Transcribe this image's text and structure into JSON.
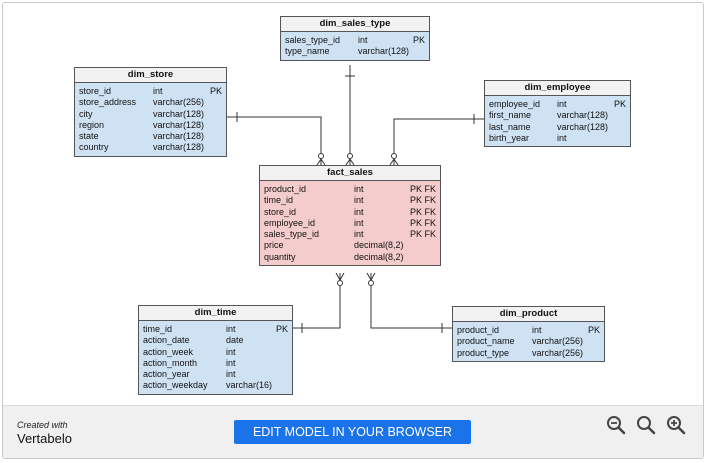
{
  "diagram": {
    "tables": [
      {
        "id": "dim_sales_type",
        "name": "dim_sales_type",
        "columns": [
          {
            "name": "sales_type_id",
            "type": "int",
            "key": "PK"
          },
          {
            "name": "type_name",
            "type": "varchar(128)",
            "key": ""
          }
        ]
      },
      {
        "id": "dim_store",
        "name": "dim_store",
        "columns": [
          {
            "name": "store_id",
            "type": "int",
            "key": "PK"
          },
          {
            "name": "store_address",
            "type": "varchar(256)",
            "key": ""
          },
          {
            "name": "city",
            "type": "varchar(128)",
            "key": ""
          },
          {
            "name": "region",
            "type": "varchar(128)",
            "key": ""
          },
          {
            "name": "state",
            "type": "varchar(128)",
            "key": ""
          },
          {
            "name": "country",
            "type": "varchar(128)",
            "key": ""
          }
        ]
      },
      {
        "id": "dim_employee",
        "name": "dim_employee",
        "columns": [
          {
            "name": "employee_id",
            "type": "int",
            "key": "PK"
          },
          {
            "name": "first_name",
            "type": "varchar(128)",
            "key": ""
          },
          {
            "name": "last_name",
            "type": "varchar(128)",
            "key": ""
          },
          {
            "name": "birth_year",
            "type": "int",
            "key": ""
          }
        ]
      },
      {
        "id": "fact_sales",
        "name": "fact_sales",
        "columns": [
          {
            "name": "product_id",
            "type": "int",
            "key": "PK FK"
          },
          {
            "name": "time_id",
            "type": "int",
            "key": "PK FK"
          },
          {
            "name": "store_id",
            "type": "int",
            "key": "PK FK"
          },
          {
            "name": "employee_id",
            "type": "int",
            "key": "PK FK"
          },
          {
            "name": "sales_type_id",
            "type": "int",
            "key": "PK FK"
          },
          {
            "name": "price",
            "type": "decimal(8,2)",
            "key": ""
          },
          {
            "name": "quantity",
            "type": "decimal(8,2)",
            "key": ""
          }
        ]
      },
      {
        "id": "dim_time",
        "name": "dim_time",
        "columns": [
          {
            "name": "time_id",
            "type": "int",
            "key": "PK"
          },
          {
            "name": "action_date",
            "type": "date",
            "key": ""
          },
          {
            "name": "action_week",
            "type": "int",
            "key": ""
          },
          {
            "name": "action_month",
            "type": "int",
            "key": ""
          },
          {
            "name": "action_year",
            "type": "int",
            "key": ""
          },
          {
            "name": "action_weekday",
            "type": "varchar(16)",
            "key": ""
          }
        ]
      },
      {
        "id": "dim_product",
        "name": "dim_product",
        "columns": [
          {
            "name": "product_id",
            "type": "int",
            "key": "PK"
          },
          {
            "name": "product_name",
            "type": "varchar(256)",
            "key": ""
          },
          {
            "name": "product_type",
            "type": "varchar(256)",
            "key": ""
          }
        ]
      }
    ],
    "relationships": [
      {
        "from": "dim_sales_type",
        "to": "fact_sales"
      },
      {
        "from": "dim_store",
        "to": "fact_sales"
      },
      {
        "from": "dim_employee",
        "to": "fact_sales"
      },
      {
        "from": "dim_time",
        "to": "fact_sales"
      },
      {
        "from": "dim_product",
        "to": "fact_sales"
      }
    ]
  },
  "footer": {
    "created_with": "Created with",
    "brand": "Vertabelo",
    "edit_button": "EDIT MODEL IN YOUR BROWSER",
    "zoom_icons": [
      "zoom-out-icon",
      "zoom-reset-icon",
      "zoom-in-icon"
    ]
  },
  "colors": {
    "dimension_table": "#cfe2f3",
    "fact_table": "#f4cccc",
    "header": "#f2f2f2",
    "button": "#1a73e8"
  }
}
